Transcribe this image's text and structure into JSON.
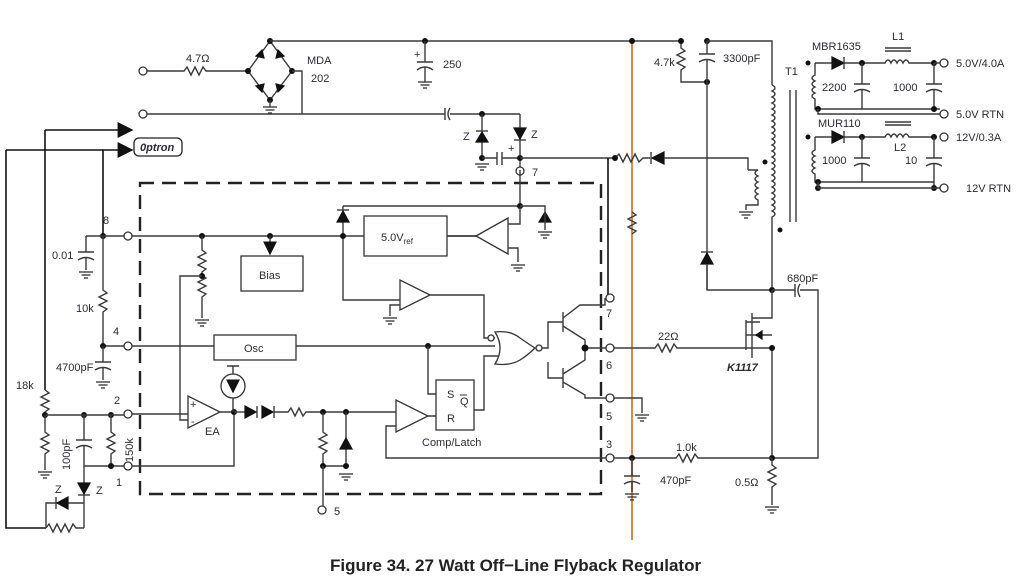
{
  "figure": {
    "caption": "Figure 34. 27 Watt Off−Line Flyback Regulator"
  },
  "components": {
    "input_resistor": "4.7Ω",
    "bridge": [
      "MDA",
      "202"
    ],
    "bulk_cap": "250",
    "snubber_res": "4.7k",
    "snubber_cap": "3300pF",
    "transformer": "T1",
    "rect_5v": "MBR1635",
    "inductor_5v": "L1",
    "cap_5v_a": "2200",
    "cap_5v_b": "1000",
    "rect_12v": "MUR110",
    "inductor_12v": "L2",
    "cap_12v_a": "1000",
    "cap_12v_b": "10",
    "optron": "0ptron",
    "c_vcc": "0.01",
    "r_rt": "10k",
    "c_ct": "4700pF",
    "r_div": "18k",
    "c_comp": "100pF",
    "r_fb": "150k",
    "vref": "5.0V",
    "vref_sub": "ref",
    "bias": "Bias",
    "osc": "Osc",
    "ea": "EA",
    "latch_s": "S",
    "latch_q": "Q",
    "latch_r": "R",
    "comp_latch": "Comp/Latch",
    "gate_res": "22Ω",
    "mosfet": "K1117",
    "drain_cap": "680pF",
    "sense_filter_res": "1.0k",
    "sense_filter_cap": "470pF",
    "sense_res": "0.5Ω",
    "zener": "Z"
  },
  "outputs": {
    "out1": "5.0V/4.0A",
    "out1_rtn": "5.0V RTN",
    "out2": "12V/0.3A",
    "out2_rtn": "12V RTN"
  },
  "pins": {
    "p8": "8",
    "p4": "4",
    "p2": "2",
    "p1": "1",
    "p7": "7",
    "p7b": "7",
    "p6": "6",
    "p5": "5",
    "p5b": "5",
    "p3": "3"
  }
}
